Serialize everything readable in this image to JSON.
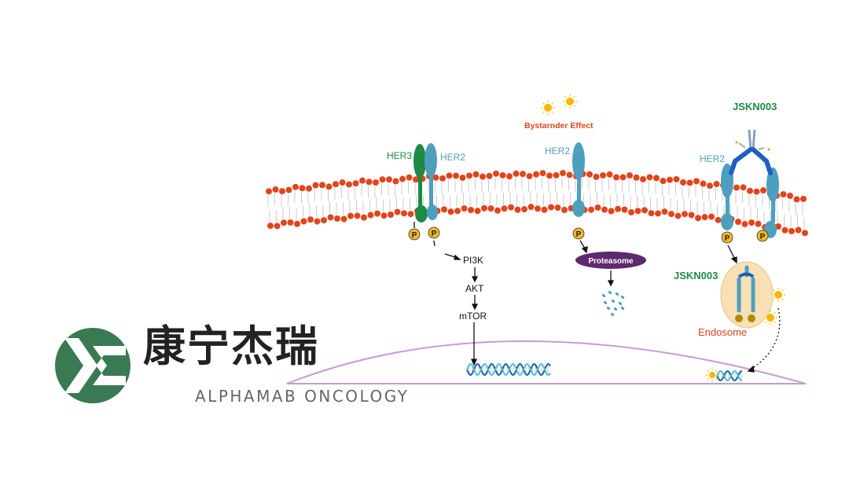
{
  "logo": {
    "chinese_name": "康宁杰瑞",
    "english_name": "ALPHAMAB ONCOLOGY",
    "color": "#3a7a52"
  },
  "diagram": {
    "labels": {
      "her3": "HER3",
      "her2_left": "HER2",
      "her2_middle": "HER2",
      "her2_right": "HER2",
      "jskn003_top": "JSKN003",
      "jskn003_endosome": "JSKN003",
      "bystander": "Bystarnder Effect",
      "pi3k": "PI3K",
      "akt": "AKT",
      "mtor": "mTOR",
      "proteasome": "Proteasome",
      "endosome": "Endosome",
      "phospho": "P"
    },
    "colors": {
      "her3": "#1e8a45",
      "her2": "#4e9fbd",
      "lipid": "#e0451c",
      "proteasome": "#5e2a6e",
      "endosome": "#f8e0b4",
      "nucleus": "#c99bd6",
      "phospho": "#f2b824",
      "sun": "#f5b800"
    }
  }
}
